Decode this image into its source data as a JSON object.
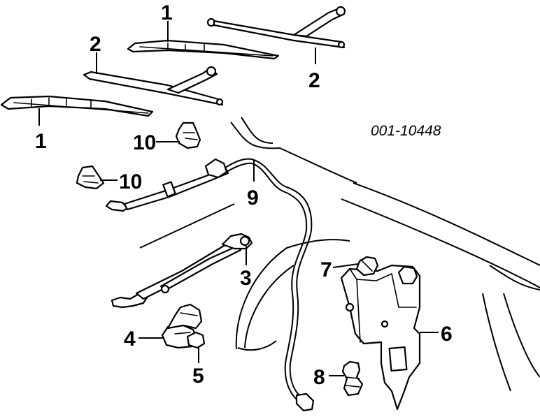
{
  "diagram": {
    "code": "001-10448",
    "callouts": {
      "c1a": "1",
      "c1b": "1",
      "c2a": "2",
      "c2b": "2",
      "c3": "3",
      "c4": "4",
      "c5": "5",
      "c6": "6",
      "c7": "7",
      "c8": "8",
      "c9": "9",
      "c10a": "10",
      "c10b": "10"
    }
  }
}
